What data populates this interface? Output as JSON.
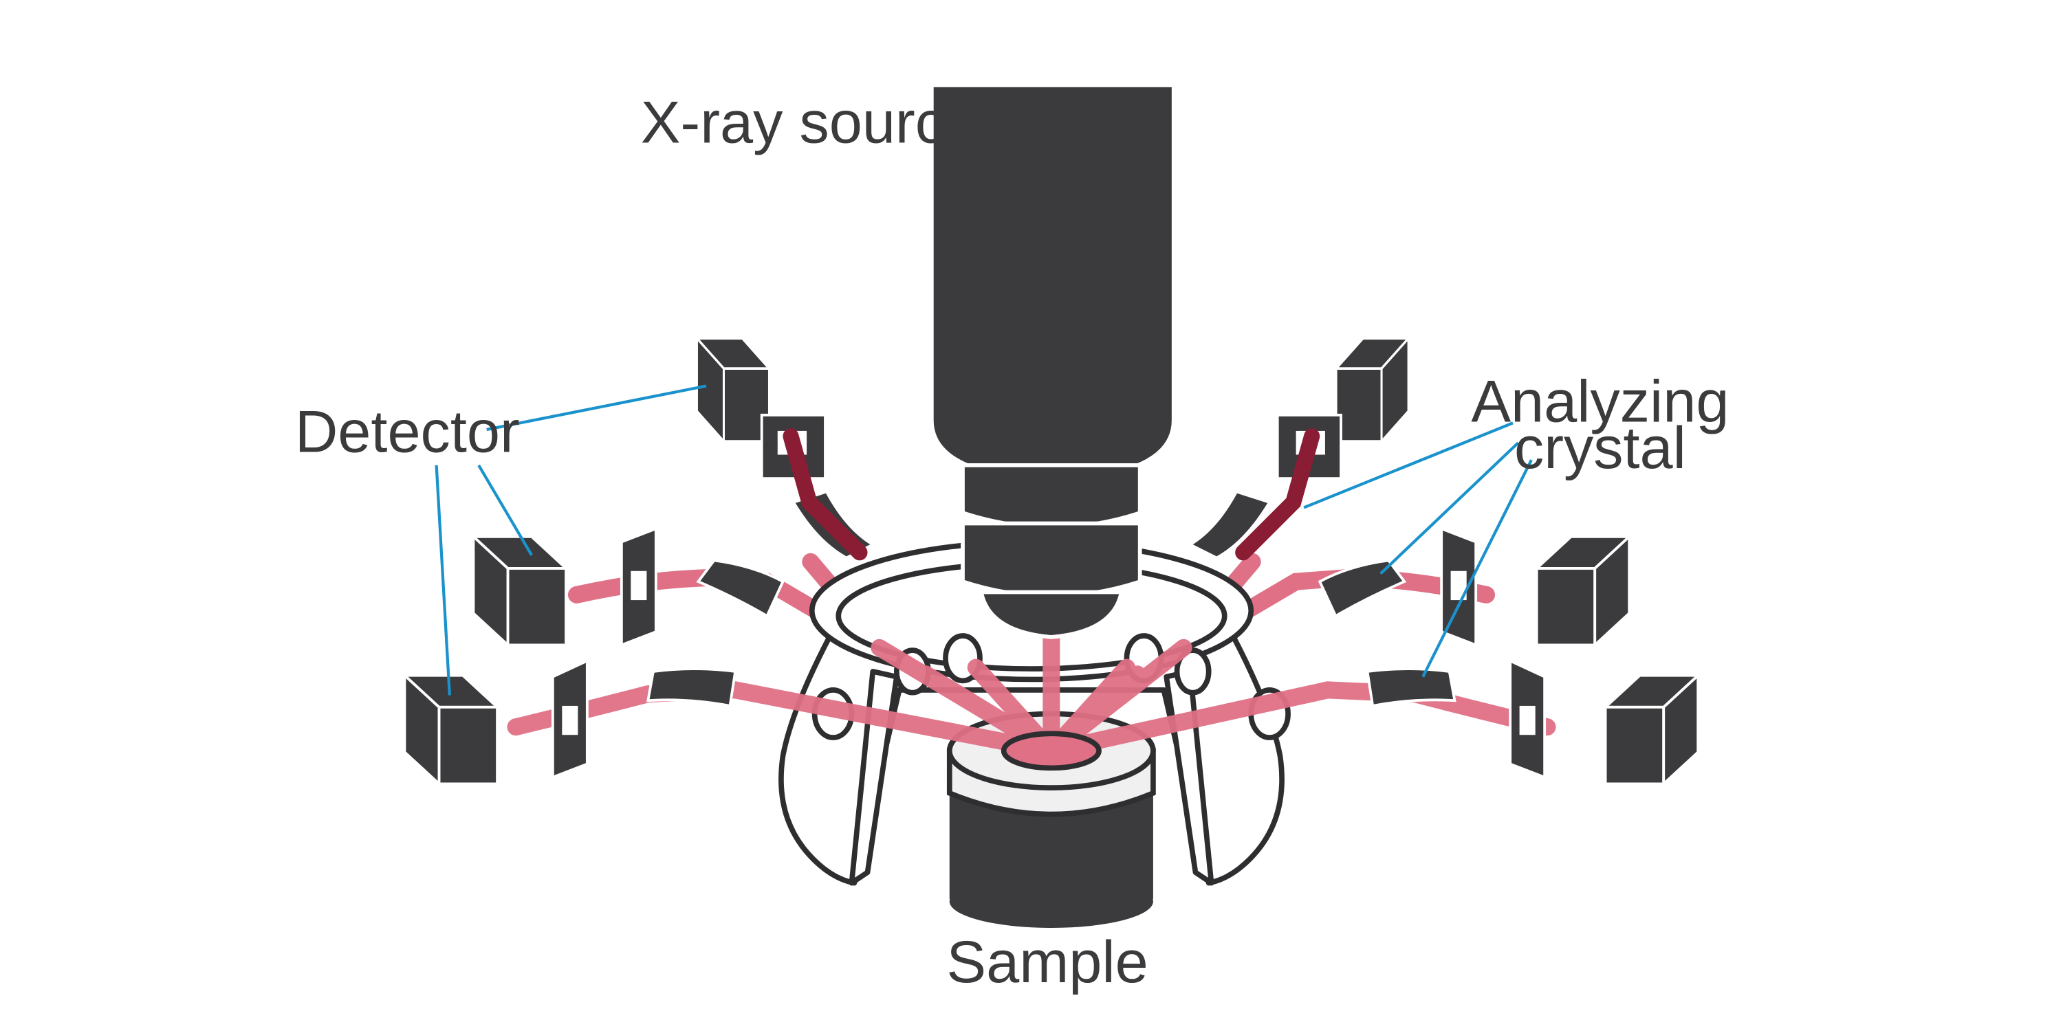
{
  "labels": {
    "xray_source": "X-ray source",
    "detector": "Detector",
    "analyzing_line1": "Analyzing",
    "analyzing_line2": "crystal",
    "sample": "Sample"
  },
  "colors": {
    "body": "#3b3b3d",
    "beam": "#e07085",
    "beam_dark": "#8a1c34",
    "callout": "#1a92cc",
    "outline": "#2e2e30",
    "sample_top": "#f0f0f0",
    "background": "#ffffff"
  }
}
